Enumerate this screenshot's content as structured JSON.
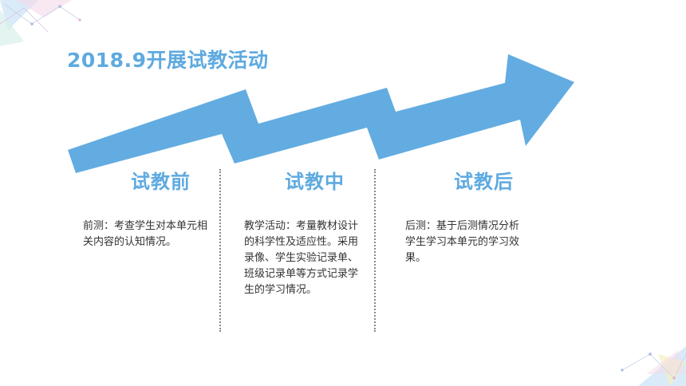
{
  "title": "2018.9开展试教活动",
  "stages": [
    {
      "label": "试教前",
      "desc": "前测：考查学生对本单元相关内容的认知情况。"
    },
    {
      "label": "试教中",
      "desc": "教学活动：考量教材设计的科学性及适应性。采用录像、学生实验记录单、班级记录单等方式记录学生的学习情况。"
    },
    {
      "label": "试教后",
      "desc": "后测：基于后测情况分析学生学习本单元的学习效果。"
    }
  ],
  "colors": {
    "accent": "#5eaae0",
    "text": "#333333"
  }
}
